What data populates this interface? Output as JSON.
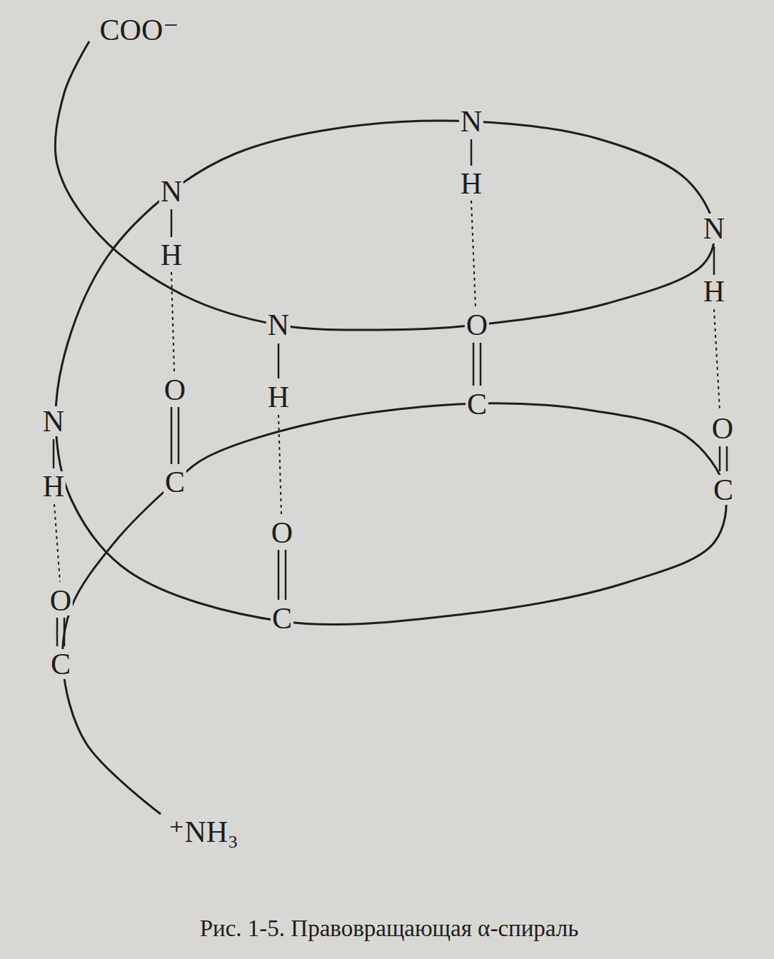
{
  "diagram": {
    "caption": "Рис. 1-5. Правовращающая α-спираль",
    "labels": [
      "COO⁻",
      "N",
      "H",
      "N",
      "H",
      "N",
      "H",
      "N",
      "H",
      "O",
      "C",
      "O",
      "C",
      "N",
      "H",
      "O",
      "C",
      "O",
      "C",
      "O",
      "C",
      "⁺NH₃"
    ]
  }
}
